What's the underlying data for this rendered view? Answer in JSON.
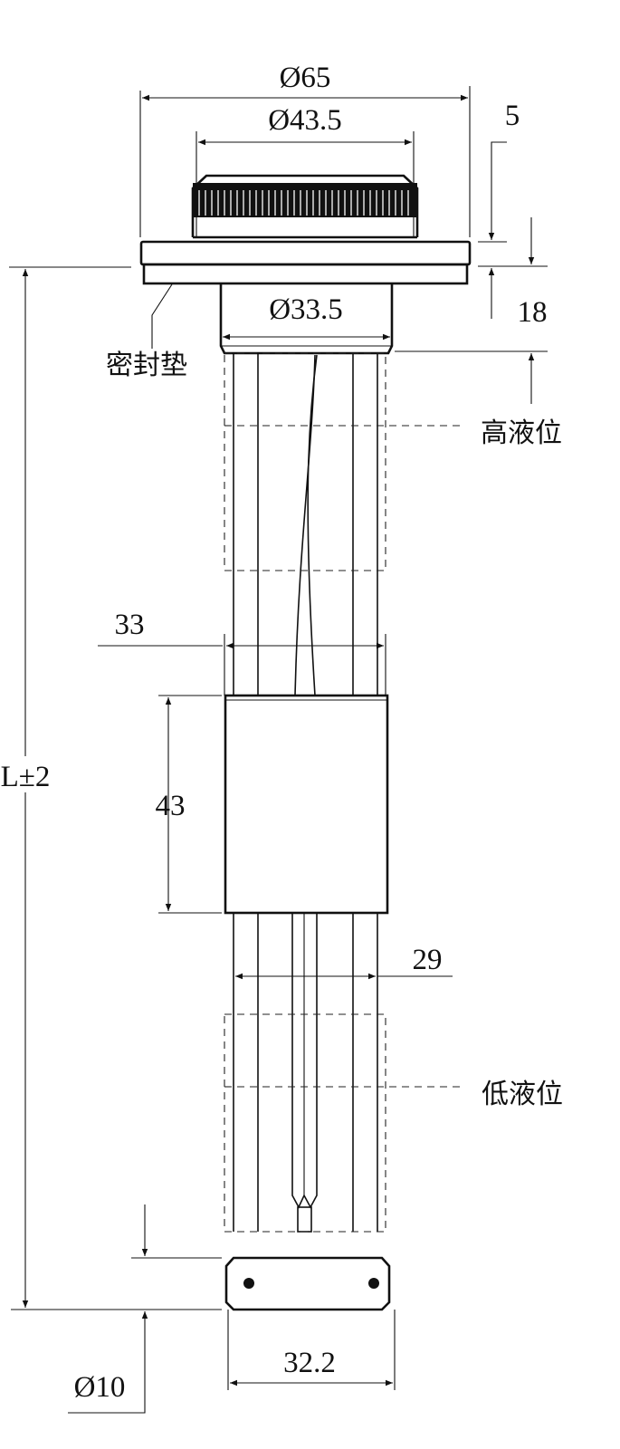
{
  "drawing": {
    "dimensions": {
      "flange_diameter": "Ø65",
      "cap_diameter": "Ø43.5",
      "flange_thickness": "5",
      "top_height": "18",
      "neck_diameter": "Ø33.5",
      "tube_width": "33",
      "overall_length": "L±2",
      "float_height": "43",
      "inner_width": "29",
      "bottom_offset": "Ø10",
      "end_cap_width": "32.2"
    },
    "labels": {
      "gasket": "密封垫",
      "high_level": "高液位",
      "low_level": "低液位"
    }
  }
}
